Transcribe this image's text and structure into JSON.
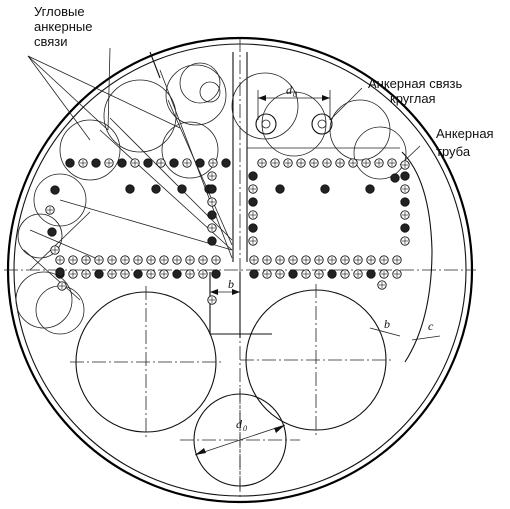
{
  "labels": {
    "angle_stays": [
      "Угловые",
      "анкерные",
      "связи"
    ],
    "round_stay": [
      "Анкерная связь",
      "круглая"
    ],
    "stay_tube": [
      "Анкерная",
      "труба"
    ]
  },
  "dims": {
    "d0_top": "d",
    "d0_top_sub": "0",
    "d0_bottom": "d",
    "d0_bottom_sub": "0",
    "b_center": "b",
    "b_right": "b",
    "c_right": "c"
  }
}
